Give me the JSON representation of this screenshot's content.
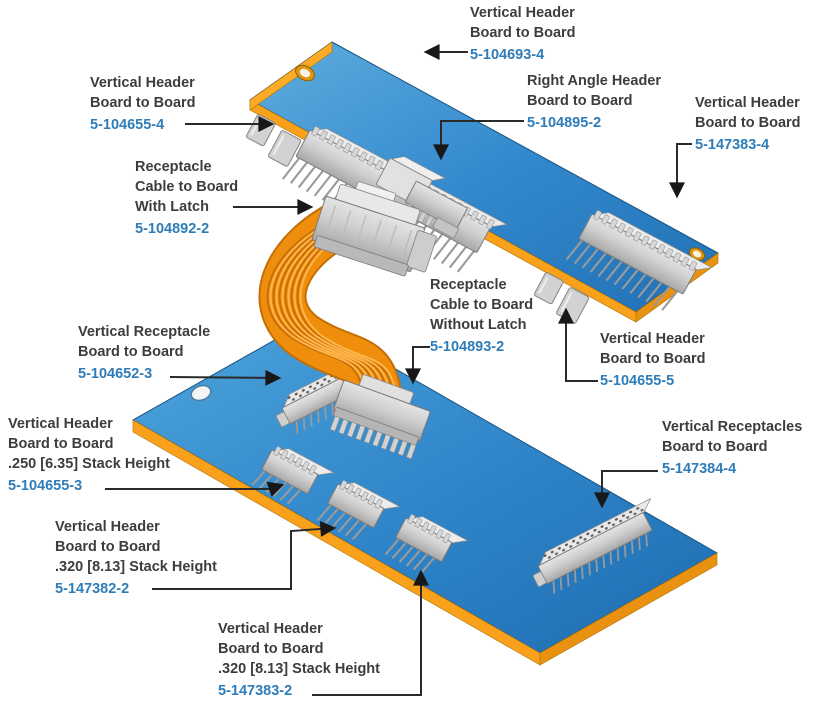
{
  "diagram": {
    "description_visible_text_only": true,
    "colors": {
      "board_top_blue": "#3389cd",
      "board_bottom_blue": "#2e84c8",
      "edge_orange": "#f9a11b",
      "cable_orange": "#ef8e0d",
      "connector_gray": "#cfcfcf",
      "label_text": "#3d3d3d",
      "part_number_blue": "#2e7cb8",
      "leader_line": "#2a2a2a",
      "arrowhead": "#181818"
    }
  },
  "labels": [
    {
      "lines": [
        "Vertical Header",
        "Board to Board"
      ],
      "part": "5-104693-4"
    },
    {
      "lines": [
        "Vertical Header",
        "Board to Board"
      ],
      "part": "5-104655-4"
    },
    {
      "lines": [
        "Right Angle Header",
        "Board to Board"
      ],
      "part": "5-104895-2"
    },
    {
      "lines": [
        "Vertical Header",
        "Board to Board"
      ],
      "part": "5-147383-4"
    },
    {
      "lines": [
        "Receptacle",
        "Cable to Board",
        "With Latch"
      ],
      "part": "5-104892-2"
    },
    {
      "lines": [
        "Receptacle",
        "Cable to Board",
        "Without Latch"
      ],
      "part": "5-104893-2"
    },
    {
      "lines": [
        "Vertical Header",
        "Board to Board"
      ],
      "part": "5-104655-5"
    },
    {
      "lines": [
        "Vertical Receptacle",
        "Board to Board"
      ],
      "part": "5-104652-3"
    },
    {
      "lines": [
        "Vertical Header",
        "Board to Board",
        ".250 [6.35] Stack Height"
      ],
      "part": "5-104655-3"
    },
    {
      "lines": [
        "Vertical Header",
        "Board to Board",
        ".320 [8.13] Stack Height"
      ],
      "part": "5-147382-2"
    },
    {
      "lines": [
        "Vertical Header",
        "Board to Board",
        ".320 [8.13] Stack Height"
      ],
      "part": "5-147383-2"
    },
    {
      "lines": [
        "Vertical Receptacles",
        "Board to Board"
      ],
      "part": "5-147384-4"
    }
  ]
}
